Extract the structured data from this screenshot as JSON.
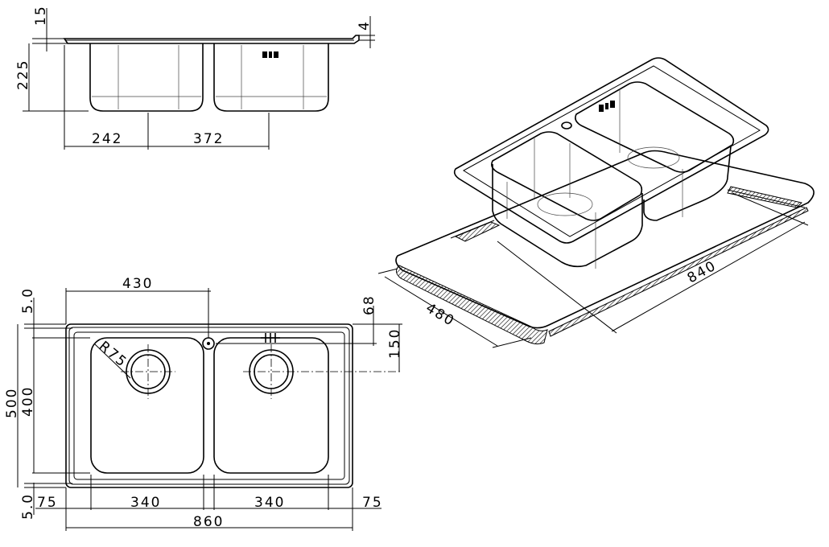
{
  "drawing": {
    "section_view": {
      "dims": {
        "rim": "15",
        "flange": "4",
        "depth": "225",
        "drain_offset": "242",
        "bowl_spacing": "372"
      }
    },
    "top_view": {
      "dims": {
        "tap_position": "430",
        "edge_top": "5.0",
        "tap_offset": "68",
        "tap_depth": "150",
        "overall_depth": "500",
        "bowl_depth": "400",
        "corner_radius": "R75",
        "edge_bottom": "5.0",
        "margin_left": "75",
        "bowl_left_width": "340",
        "bowl_right_width": "340",
        "margin_right": "75",
        "overall_width": "860"
      }
    },
    "cutout_view": {
      "dims": {
        "cutout_depth": "480",
        "cutout_width": "840"
      }
    }
  }
}
